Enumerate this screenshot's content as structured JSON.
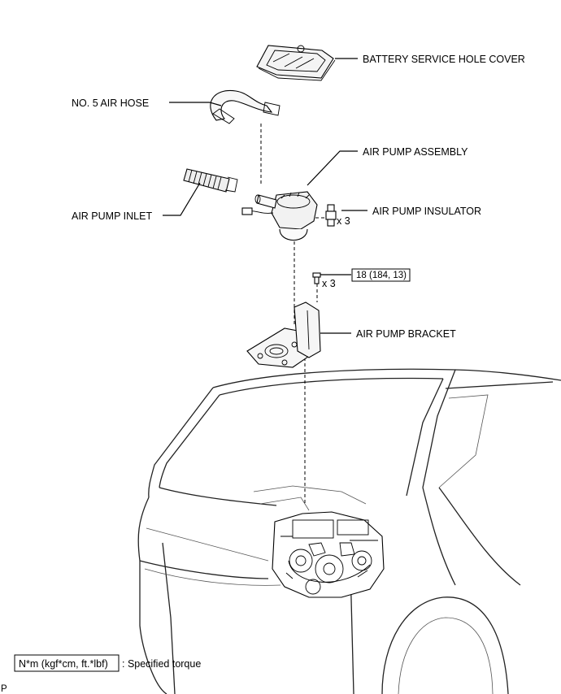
{
  "labels": {
    "battery_cover": "BATTERY SERVICE HOLE COVER",
    "air_hose": "NO. 5 AIR HOSE",
    "pump_assembly": "AIR PUMP ASSEMBLY",
    "pump_inlet": "AIR PUMP INLET",
    "pump_insulator": "AIR PUMP INSULATOR",
    "pump_bracket": "AIR PUMP BRACKET"
  },
  "quantities": {
    "insulator_qty": "x 3",
    "bolt_qty": "x 3"
  },
  "torque": {
    "value": "18 (184, 13)"
  },
  "legend": {
    "unit_box": "N*m (kgf*cm, ft.*lbf)",
    "description": ": Specified torque"
  },
  "corner_code": "P"
}
